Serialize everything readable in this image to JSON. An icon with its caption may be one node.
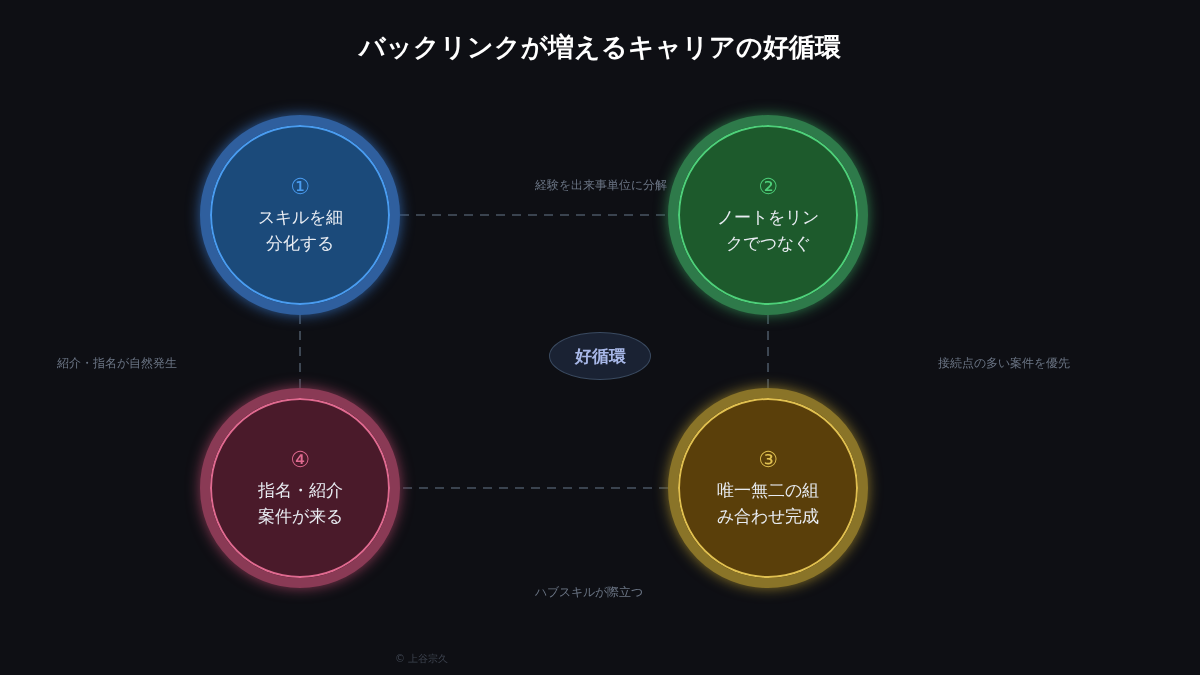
{
  "diagram": {
    "title": "バックリンクが増えるキャリアの好循環",
    "nodes": [
      {
        "text": [
          "①",
          "スキルを細分化する"
        ]
      },
      {
        "text": [
          "②",
          "ノートをリンクでつなぐ"
        ]
      },
      {
        "text": [
          "③",
          "唯一無二の組み合わせ完成"
        ]
      },
      {
        "text": [
          "④",
          "指名・紹介案件が来る"
        ]
      },
      {
        "text": [
          "好循環"
        ]
      }
    ],
    "edges": [
      {
        "from": 0,
        "to": 1,
        "arrow": "none",
        "style": "dashed"
      },
      {
        "from": 1,
        "to": 2,
        "arrow": "none",
        "style": "dashed"
      },
      {
        "from": 2,
        "to": 3,
        "arrow": "none",
        "style": "dashed"
      },
      {
        "from": 3,
        "to": 0,
        "arrow": "none",
        "style": "dashed"
      }
    ],
    "labels": [
      "経験を出来事単位に分解",
      "紹介・指名が自然発生",
      "接続点の多い案件を優先",
      "ハブスキルが際立つ",
      "© 上谷宗久"
    ]
  }
}
